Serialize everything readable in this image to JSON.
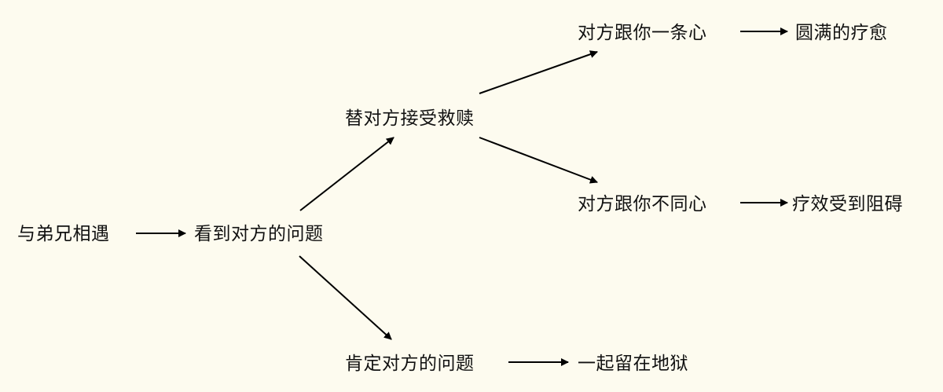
{
  "diagram": {
    "nodes": {
      "meet": "与弟兄相遇",
      "see_problem": "看到对方的问题",
      "accept_atonement": "替对方接受救赎",
      "affirm_problem": "肯定对方的问题",
      "same_mind": "对方跟你一条心",
      "different_mind": "对方跟你不同心",
      "stay_in_hell": "一起留在地狱",
      "full_healing": "圆满的疗愈",
      "healing_blocked": "疗效受到阻碍"
    },
    "edges": [
      {
        "from": "meet",
        "to": "see_problem"
      },
      {
        "from": "see_problem",
        "to": "accept_atonement"
      },
      {
        "from": "see_problem",
        "to": "affirm_problem"
      },
      {
        "from": "accept_atonement",
        "to": "same_mind"
      },
      {
        "from": "accept_atonement",
        "to": "different_mind"
      },
      {
        "from": "affirm_problem",
        "to": "stay_in_hell"
      },
      {
        "from": "same_mind",
        "to": "full_healing"
      },
      {
        "from": "different_mind",
        "to": "healing_blocked"
      }
    ],
    "colors": {
      "background": "#fdfbef",
      "text": "#111111",
      "arrow": "#000000"
    }
  }
}
